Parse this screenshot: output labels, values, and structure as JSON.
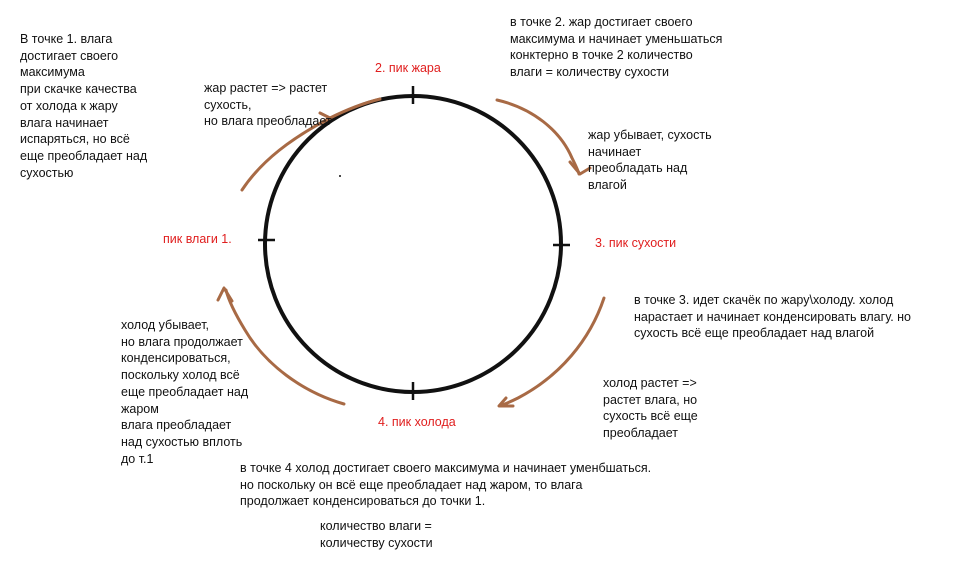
{
  "colors": {
    "circle": "#111111",
    "arrows": "#a86a45",
    "text": "#111111",
    "point_labels": "#e01e1e"
  },
  "points": {
    "p1": "пик влаги   1.",
    "p2": "2.  пик жара",
    "p3": "3.    пик сухости",
    "p4": "4. пик холода"
  },
  "notes": {
    "top_left": [
      "В точке 1. влага",
      "достигает своего",
      "максимума",
      "при скачке качества",
      "от холода к жару",
      "влага начинает",
      "испаряться, но всё",
      "еще преобладает над",
      "сухостью"
    ],
    "heat_rises": [
      "жар растет => растет",
      "сухость,",
      "но влага преобладает"
    ],
    "top_right": [
      "в точке 2. жар достигает своего",
      "максимума и начинает уменьшаться",
      "конктерно в точке 2 количество",
      "влаги =  количеству сухости"
    ],
    "heat_falls": [
      "жар убывает, сухость",
      "начинает",
      "преобладать над",
      "влагой"
    ],
    "point3": [
      "в точке 3. идет скачёк по жару\\холоду.  холод",
      "нарастает и начинает конденсировать влагу. но",
      "сухость всё еще преобладает над влагой"
    ],
    "cold_rises": [
      "холод растет =>",
      "растет влага, но",
      "сухость всё еще",
      "преобладает"
    ],
    "cold_falls": [
      "холод убывает,",
      "но влага продолжает",
      "конденсироваться,",
      "поскольку холод всё",
      "еще преобладает над",
      "жаром",
      "влага преобладает",
      "над сухостью вплоть",
      "до т.1"
    ],
    "point4": [
      "в точке 4 холод достигает своего максимума и начинает уменбшаться.",
      "но поскольку он всё еще преобладает над жаром, то влага",
      "продолжает конденсироваться до точки 1."
    ],
    "equality": [
      "количество влаги =",
      "количеству сухости"
    ]
  }
}
